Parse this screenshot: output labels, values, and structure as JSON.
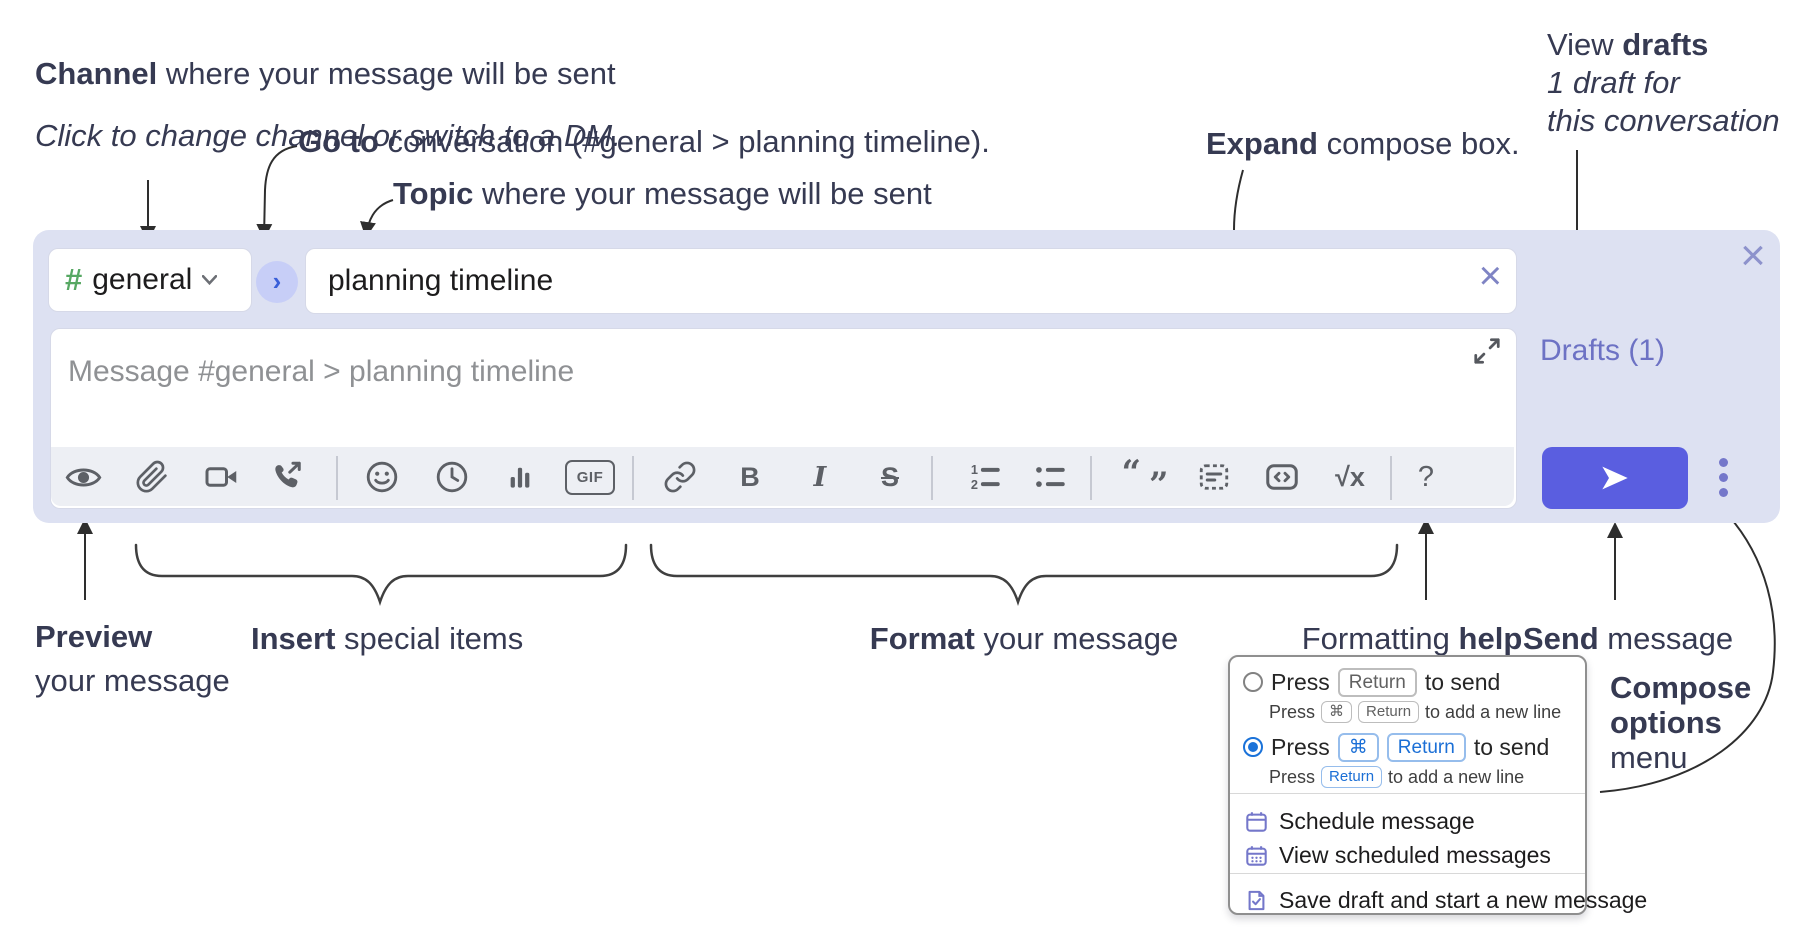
{
  "colors": {
    "panel_bg": "#dde1f2",
    "send_button": "#5a5ee0",
    "link_purple": "#6d72c4",
    "icon_gray": "#5d6066",
    "hash_green": "#57a863",
    "radio_blue": "#1a72d9",
    "menu_icon_purple": "#7477ca",
    "annotation_ink": "#363a52"
  },
  "annotations": {
    "channel": {
      "bold": "Channel",
      "rest": " where your message will be sent",
      "line2": "Click to change channel or switch to a DM."
    },
    "goto": {
      "bold": "Go to",
      "rest": " conversation (#general > planning timeline)."
    },
    "topic": {
      "bold": "Topic",
      "rest": " where your message will be sent"
    },
    "expand": {
      "bold": "Expand",
      "rest": " compose box."
    },
    "view_drafts": {
      "pre": "View ",
      "bold": "drafts",
      "line2": "1 draft for",
      "line3": "this conversation"
    },
    "preview": {
      "bold": "Preview",
      "line2": "your message"
    },
    "insert": {
      "bold": "Insert",
      "rest": " special items"
    },
    "format": {
      "bold": "Format",
      "rest": " your message"
    },
    "formatting_help": {
      "pre": "Formatting ",
      "bold": "help"
    },
    "send": {
      "bold": "Send",
      "rest": " message"
    },
    "compose_options": {
      "line1": "Compose",
      "line2": "options",
      "line3": "menu"
    }
  },
  "composer": {
    "channel": {
      "hash": "#",
      "name": "general"
    },
    "goto_chevron": "›",
    "topic_value": "planning timeline",
    "topic_clear": "×",
    "close": "×",
    "message_placeholder": "Message #general > planning timeline",
    "drafts_link": "Drafts (1)",
    "toolbar": {
      "gif": "GIF",
      "bold": "B",
      "italic": "I",
      "strike": "S",
      "ol_1": "1",
      "ol_2": "2",
      "quote_open": "“",
      "quote_close": "”",
      "formula": "√x",
      "help": "?"
    }
  },
  "popup": {
    "option1": {
      "pre": "Press",
      "key": "Return",
      "post": "to send",
      "sub_pre": "Press",
      "sub_key1": "⌘",
      "sub_key2": "Return",
      "sub_post": "to add a new line"
    },
    "option2": {
      "pre": "Press",
      "key1": "⌘",
      "key2": "Return",
      "post": "to send",
      "sub_pre": "Press",
      "sub_key": "Return",
      "sub_post": "to add a new line"
    },
    "items": [
      {
        "label": "Schedule message"
      },
      {
        "label": "View scheduled messages"
      },
      {
        "label": "Save draft and start a new message"
      }
    ]
  }
}
